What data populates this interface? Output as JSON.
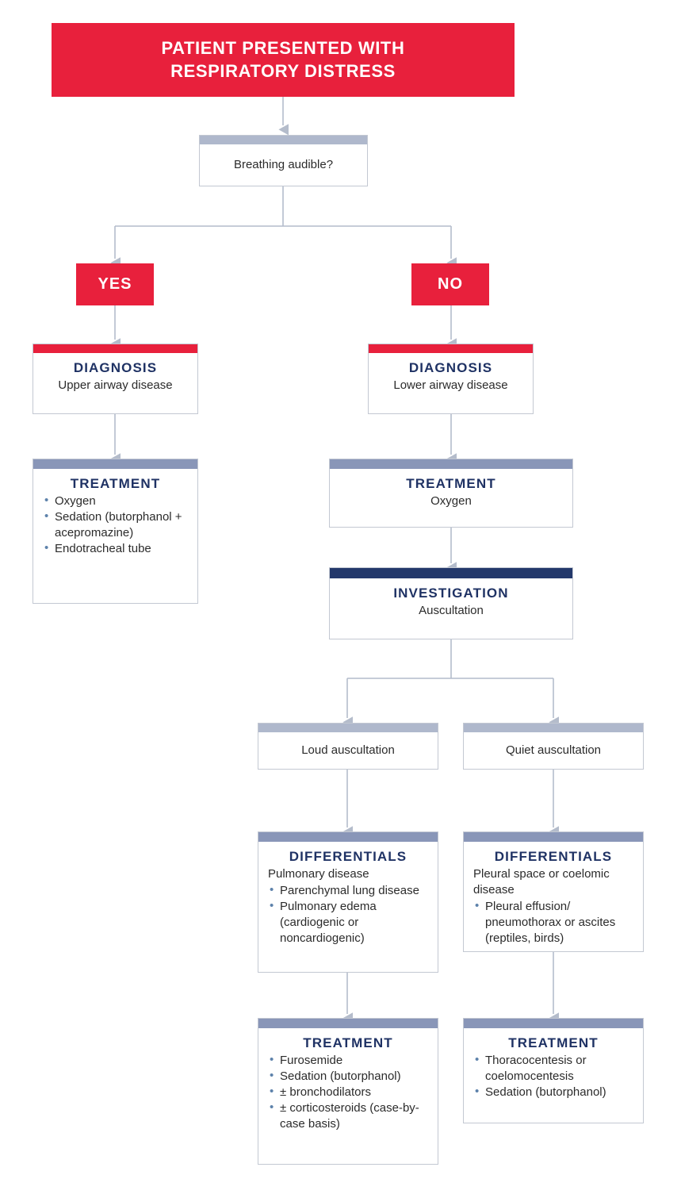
{
  "palette": {
    "red": "#e8203c",
    "navy": "#1f3264",
    "navy_bar": "#23386b",
    "slate_bar": "#8996b8",
    "light_bar": "#afb8cc",
    "border": "#c3c8d2",
    "bullet": "#5d82ab",
    "text": "#2b2b2b",
    "white": "#ffffff",
    "background": "#ffffff"
  },
  "chart_data": {
    "type": "diagram",
    "title": "PATIENT PRESENTED WITH RESPIRATORY DISTRESS",
    "nodes": [
      {
        "id": "start",
        "label": "PATIENT PRESENTED WITH RESPIRATORY DISTRESS",
        "kind": "banner"
      },
      {
        "id": "q1",
        "label": "Breathing audible?",
        "kind": "question"
      },
      {
        "id": "yes",
        "label": "YES",
        "kind": "decision"
      },
      {
        "id": "no",
        "label": "NO",
        "kind": "decision"
      },
      {
        "id": "dx_upper",
        "label": "DIAGNOSIS / Upper airway disease",
        "kind": "diagnosis"
      },
      {
        "id": "dx_lower",
        "label": "DIAGNOSIS / Lower airway disease",
        "kind": "diagnosis"
      },
      {
        "id": "tx_upper",
        "label": "TREATMENT (upper airway)",
        "kind": "treatment"
      },
      {
        "id": "tx_lower",
        "label": "TREATMENT / Oxygen",
        "kind": "treatment"
      },
      {
        "id": "inv",
        "label": "INVESTIGATION / Auscultation",
        "kind": "investigation"
      },
      {
        "id": "loud",
        "label": "Loud auscultation",
        "kind": "question"
      },
      {
        "id": "quiet",
        "label": "Quiet auscultation",
        "kind": "question"
      },
      {
        "id": "diff_loud",
        "label": "DIFFERENTIALS / Pulmonary disease",
        "kind": "differentials"
      },
      {
        "id": "diff_quiet",
        "label": "DIFFERENTIALS / Pleural space or coelomic disease",
        "kind": "differentials"
      },
      {
        "id": "tx_loud",
        "label": "TREATMENT (pulmonary)",
        "kind": "treatment"
      },
      {
        "id": "tx_quiet",
        "label": "TREATMENT (pleural/coelomic)",
        "kind": "treatment"
      }
    ],
    "edges": [
      {
        "from": "start",
        "to": "q1"
      },
      {
        "from": "q1",
        "to": "yes"
      },
      {
        "from": "q1",
        "to": "no"
      },
      {
        "from": "yes",
        "to": "dx_upper"
      },
      {
        "from": "no",
        "to": "dx_lower"
      },
      {
        "from": "dx_upper",
        "to": "tx_upper"
      },
      {
        "from": "dx_lower",
        "to": "tx_lower"
      },
      {
        "from": "tx_lower",
        "to": "inv"
      },
      {
        "from": "inv",
        "to": "loud"
      },
      {
        "from": "inv",
        "to": "quiet"
      },
      {
        "from": "loud",
        "to": "diff_loud"
      },
      {
        "from": "quiet",
        "to": "diff_quiet"
      },
      {
        "from": "diff_loud",
        "to": "tx_loud"
      },
      {
        "from": "diff_quiet",
        "to": "tx_quiet"
      }
    ]
  },
  "banner": {
    "line1": "PATIENT PRESENTED WITH",
    "line2": "RESPIRATORY DISTRESS"
  },
  "question_breathing": {
    "text": "Breathing audible?"
  },
  "branch_yes": {
    "label": "YES"
  },
  "branch_no": {
    "label": "NO"
  },
  "diagnosis_upper": {
    "title": "DIAGNOSIS",
    "subtitle": "Upper airway disease"
  },
  "diagnosis_lower": {
    "title": "DIAGNOSIS",
    "subtitle": "Lower airway disease"
  },
  "treatment_upper": {
    "title": "TREATMENT",
    "items": [
      "Oxygen",
      "Sedation (butorphanol + acepromazine)",
      "Endotracheal tube"
    ]
  },
  "treatment_lower": {
    "title": "TREATMENT",
    "subtitle": "Oxygen"
  },
  "investigation": {
    "title": "INVESTIGATION",
    "subtitle": "Auscultation"
  },
  "auscultation_loud": {
    "text": "Loud auscultation"
  },
  "auscultation_quiet": {
    "text": "Quiet auscultation"
  },
  "differentials_loud": {
    "title": "DIFFERENTIALS",
    "subtitle": "Pulmonary disease",
    "items": [
      "Parenchymal lung disease",
      "Pulmonary edema (cardiogenic or noncardiogenic)"
    ]
  },
  "differentials_quiet": {
    "title": "DIFFERENTIALS",
    "subtitle": "Pleural space or coelomic disease",
    "items": [
      "Pleural effusion/ pneumothorax or ascites (reptiles, birds)"
    ]
  },
  "treatment_loud": {
    "title": "TREATMENT",
    "items": [
      "Furosemide",
      "Sedation (butorphanol)",
      "± bronchodilators",
      "± corticosteroids (case-by-case basis)"
    ]
  },
  "treatment_quiet": {
    "title": "TREATMENT",
    "items": [
      "Thoracocentesis or coelomocentesis",
      "Sedation (butorphanol)"
    ]
  }
}
